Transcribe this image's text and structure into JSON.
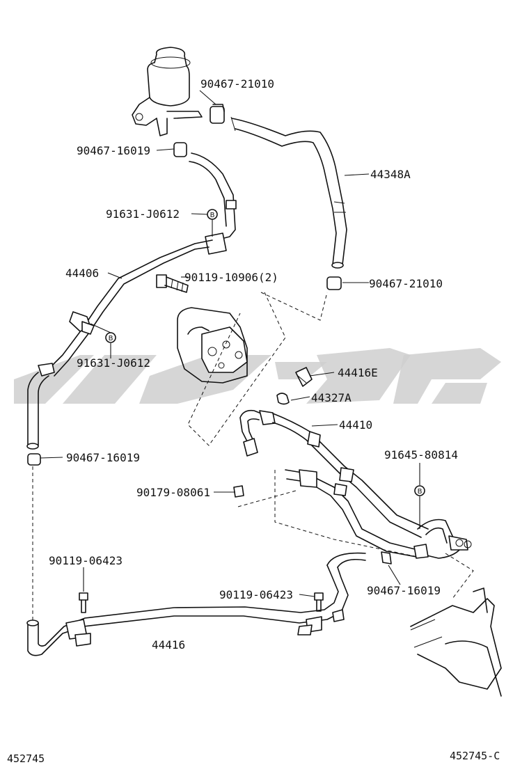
{
  "parts": {
    "p_90467_21010_top": "90467-21010",
    "p_90467_16019_top": "90467-16019",
    "p_44348A": "44348A",
    "p_91631_J0612_top": "91631-J0612",
    "p_44406": "44406",
    "p_90119_10906": "90119-10906(2)",
    "p_90467_21010_mid": "90467-21010",
    "p_91631_J0612_mid": "91631-J0612",
    "p_44416E": "44416E",
    "p_44327A": "44327A",
    "p_44410": "44410",
    "p_90467_16019_left": "90467-16019",
    "p_91645_80814": "91645-80814",
    "p_90179_08061": "90179-08061",
    "p_90119_06423_left": "90119-06423",
    "p_90467_16019_right": "90467-16019",
    "p_90119_06423_mid": "90119-06423",
    "p_44416": "44416"
  },
  "circle_markers": {
    "b1": "B",
    "b2": "B",
    "b3": "B"
  },
  "footer": {
    "left_code": "452745",
    "right_code": "452745-C"
  },
  "watermark_color": "#cfcfcf"
}
